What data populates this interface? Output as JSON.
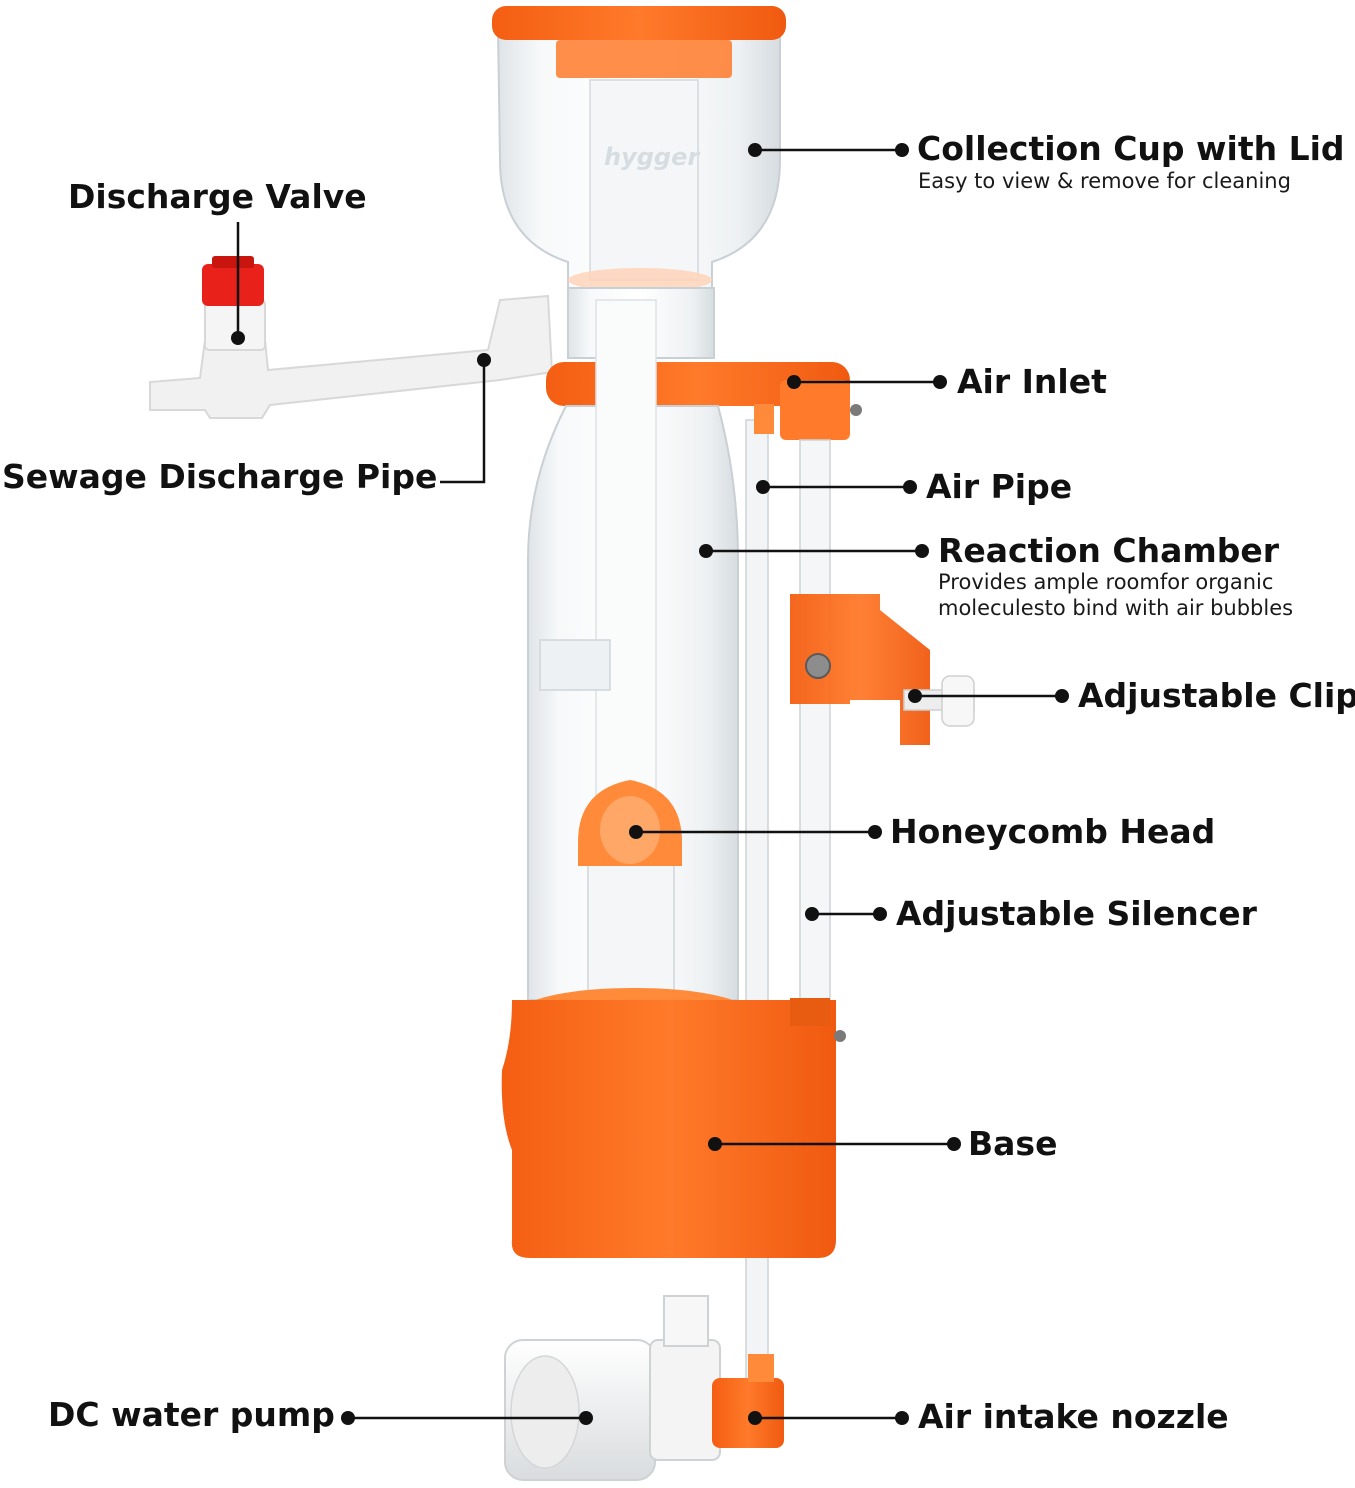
{
  "colors": {
    "accent": "#ff6a1a",
    "accent_dark": "#e04e0a",
    "valve_red": "#e8221a",
    "acrylic": "#e9eef2",
    "pipe_white": "#f1f1f1",
    "leader": "#111111"
  },
  "brand": "hygger",
  "labels": {
    "collection_cup": {
      "title": "Collection Cup with Lid",
      "subtitle": "Easy to view & remove for cleaning"
    },
    "discharge_valve": {
      "title": "Discharge Valve"
    },
    "air_inlet": {
      "title": "Air Inlet"
    },
    "sewage_pipe": {
      "title": "Sewage Discharge Pipe"
    },
    "air_pipe": {
      "title": "Air Pipe"
    },
    "reaction_chamber": {
      "title": "Reaction Chamber",
      "subtitle_line1": "Provides ample roomfor organic",
      "subtitle_line2": "moleculesto bind with air bubbles"
    },
    "adjustable_clip": {
      "title": "Adjustable Clip"
    },
    "honeycomb_head": {
      "title": "Honeycomb Head"
    },
    "adjustable_silencer": {
      "title": "Adjustable Silencer"
    },
    "base": {
      "title": "Base"
    },
    "dc_pump": {
      "title": "DC water pump"
    },
    "air_intake": {
      "title": "Air intake nozzle"
    }
  }
}
